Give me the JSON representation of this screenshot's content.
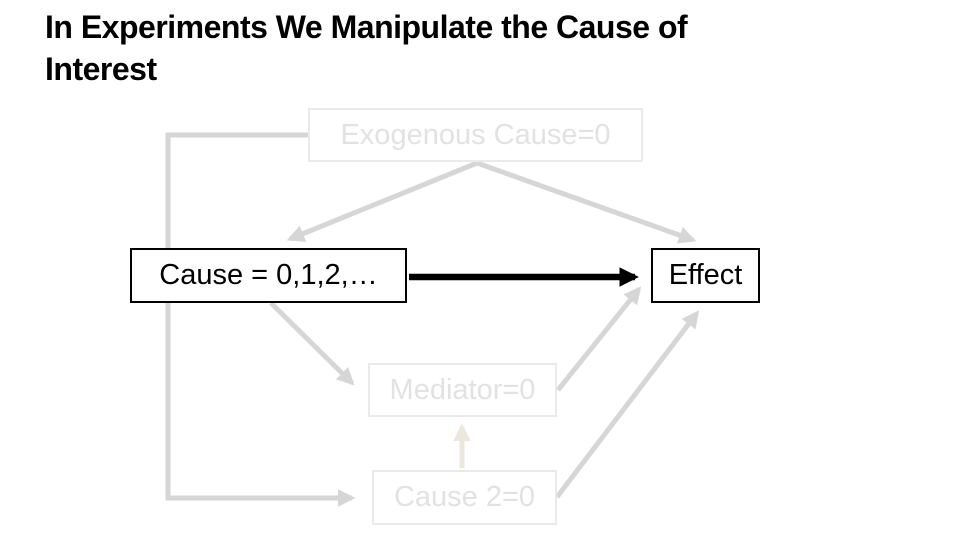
{
  "title": {
    "text": "In Experiments We Manipulate the Cause of Interest",
    "lines": [
      "In Experiments We Manipulate the Cause of",
      "Interest"
    ],
    "color": "#000000"
  },
  "diagram": {
    "nodes": [
      {
        "id": "exogenous-cause",
        "label": "Exogenous Cause=0",
        "state": "inactive"
      },
      {
        "id": "cause",
        "label": "Cause = 0,1,2,…",
        "state": "active"
      },
      {
        "id": "effect",
        "label": "Effect",
        "state": "active"
      },
      {
        "id": "mediator",
        "label": "Mediator=0",
        "state": "inactive"
      },
      {
        "id": "cause-2",
        "label": "Cause 2=0",
        "state": "inactive"
      }
    ],
    "edges": [
      {
        "from": "exogenous-cause",
        "to": "cause-2",
        "style": "elbow",
        "color": "gray"
      },
      {
        "from": "exogenous-cause",
        "to": "cause",
        "style": "straight",
        "color": "gray"
      },
      {
        "from": "exogenous-cause",
        "to": "effect",
        "style": "straight",
        "color": "gray"
      },
      {
        "from": "cause",
        "to": "mediator",
        "style": "straight",
        "color": "gray"
      },
      {
        "from": "mediator",
        "to": "effect",
        "style": "straight",
        "color": "gray"
      },
      {
        "from": "cause-2",
        "to": "effect",
        "style": "straight",
        "color": "gray"
      },
      {
        "from": "cause-2",
        "to": "mediator",
        "style": "straight",
        "color": "cream"
      },
      {
        "from": "cause",
        "to": "effect",
        "style": "straight",
        "color": "black",
        "emphasized": true
      }
    ],
    "colors": {
      "edge_gray": "#D6D6D6",
      "edge_cream": "#EBE7DA",
      "edge_black": "#000000",
      "inactive_border": "#EAEAEA",
      "inactive_text": "#E2E2E2",
      "active_border": "#000000",
      "active_text": "#000000",
      "background": "#FFFFFF"
    }
  }
}
